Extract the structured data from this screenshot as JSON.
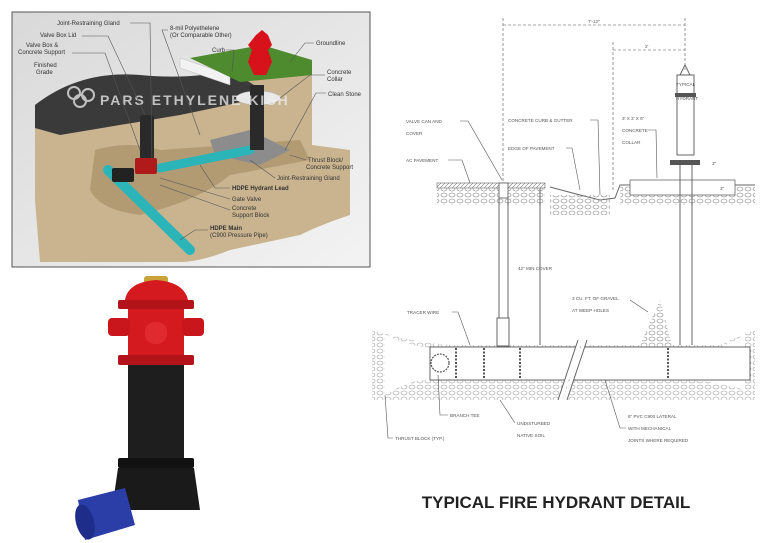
{
  "panel_3d": {
    "watermark": "PARS ETHYLENE KISH",
    "labels": {
      "joint_gland_top": "Joint-Restraining Gland",
      "valve_box_lid": "Valve Box Lid",
      "valve_box_support_1": "Valve Box &",
      "valve_box_support_2": "Concrete Support",
      "finished_grade_1": "Finished",
      "finished_grade_2": "Grade",
      "poly_1": "8-mil Polyethelene",
      "poly_2": "(Or Comparable Other)",
      "curb": "Curb",
      "groundline": "Groundline",
      "collar_1": "Concrete",
      "collar_2": "Collar",
      "clean_stone": "Clean Stone",
      "thrust_1": "Thrust Block/",
      "thrust_2": "Concrete Support",
      "joint_gland_bottom": "Joint-Restraining Gland",
      "hydrant_lead": "HDPE Hydrant Lead",
      "gate_valve": "Gate Valve",
      "support_block_1": "Concrete",
      "support_block_2": "Support Block",
      "main_1": "HDPE Main",
      "main_2": "(C900 Pressure Pipe)"
    },
    "colors": {
      "pipe": "#2bb5b8",
      "hydrant": "#d8121b",
      "grass": "#4e8a2e",
      "soil": "#c9b48f",
      "asphalt": "#3a3a3a"
    }
  },
  "hydrant_render": {
    "colors": {
      "top": "#d41a1f",
      "body": "#1e1e1e",
      "fitting": "#2b3ea8"
    }
  },
  "detail_drawing": {
    "title": "TYPICAL FIRE HYDRANT DETAIL",
    "dimensions": {
      "overall": "7'-12\"",
      "offset": "2'",
      "collar_height": "3\"",
      "collar_depth": "3\""
    },
    "labels": {
      "typical_hydrant_1": "TYPICAL",
      "typical_hydrant_2": "HYDRANT",
      "valve_can_1": "VALVE CAN AND",
      "valve_can_2": "COVER",
      "curb_gutter": "CONCRETE CURB & GUTTER",
      "edge_pavement": "EDGE OF PAVEMENT",
      "ac_pavement": "AC PAVEMENT",
      "collar_1": "3' X 3' X 6\"",
      "collar_2": "CONCRETE",
      "collar_3": "COLLAR",
      "min_cover": "42\" MIN COVER",
      "tracer_wire": "TRACER WIRE",
      "gravel_1": "3 CU. FT. OF GRAVEL",
      "gravel_2": "AT WEEP HOLES",
      "branch_tee": "BRANCH TEE",
      "soil_1": "UNDISTURBED",
      "soil_2": "NATIVE SOIL",
      "thrust_block": "THRUST BLOCK (TYP.)",
      "lateral_1": "6\" PVC C900 LATERAL",
      "lateral_2": "WITH MECHANICAL",
      "lateral_3": "JOINTS WHERE REQUIRED"
    }
  }
}
